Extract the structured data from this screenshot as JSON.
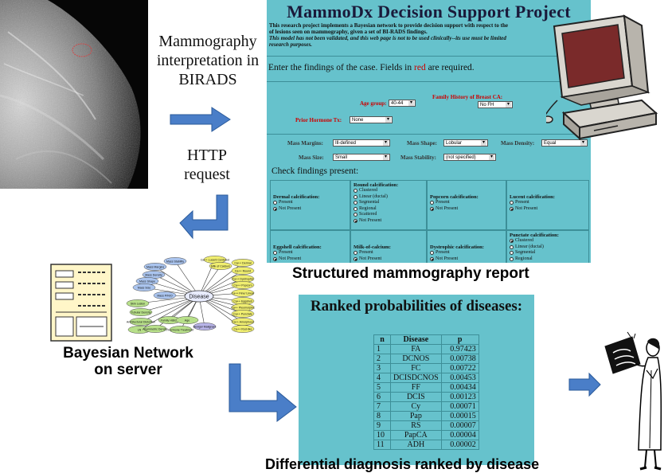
{
  "labels": {
    "interp_line1": "Mammography",
    "interp_line2": "interpretation in",
    "interp_line3": "BIRADS",
    "http_line1": "HTTP",
    "http_line2": "request",
    "structured_caption": "Structured mammography report",
    "bayesian_line1": "Bayesian Network",
    "bayesian_line2": "on server",
    "differential_caption": "Differential diagnosis ranked by disease"
  },
  "form": {
    "title": "MammoDx Decision Support Project",
    "intro_line1": "This research project implements a Bayesian network to provide decision support with respect to the",
    "intro_line2": "of lesions seen on mammography, given a set of BI-RADS findings.",
    "intro_line3": "This model has not been validated, and this web page is not to be used clinically--its use must be limited",
    "intro_line4": "research purposes.",
    "enter_prefix": "Enter the findings of the case. Fields in ",
    "enter_red": "red",
    "enter_suffix": " are required.",
    "age_label": "Age group:",
    "age_value": "40-44",
    "family_label": "Family History of Breast CA:",
    "family_value": "No FH",
    "hormone_label": "Prior Hormone Tx:",
    "hormone_value": "None",
    "margins_label": "Mass Margins:",
    "margins_value": "Ill-defined",
    "shape_label": "Mass Shape:",
    "shape_value": "Lobular",
    "density_label": "Mass Density:",
    "density_value": "Equal",
    "size_label": "Mass Size:",
    "size_value": "Small",
    "stability_label": "Mass Stability:",
    "stability_value": "(not specified)",
    "check_label": "Check findings present:",
    "cells": [
      {
        "title": "Dermal calcification:",
        "options": [
          {
            "label": "Present",
            "on": false
          },
          {
            "label": "Not Present",
            "on": true
          }
        ]
      },
      {
        "title": "Round calcification:",
        "options": [
          {
            "label": "Clustered",
            "on": false
          },
          {
            "label": "Linear (ductal)",
            "on": false
          },
          {
            "label": "Segmental",
            "on": false
          },
          {
            "label": "Regional",
            "on": false
          },
          {
            "label": "Scattered",
            "on": false
          },
          {
            "label": "Not Present",
            "on": true
          }
        ]
      },
      {
        "title": "Popcorn calcification:",
        "options": [
          {
            "label": "Present",
            "on": false
          },
          {
            "label": "Not Present",
            "on": true
          }
        ]
      },
      {
        "title": "Lucent calcification:",
        "options": [
          {
            "label": "Present",
            "on": false
          },
          {
            "label": "Not Present",
            "on": true
          }
        ]
      },
      {
        "title": "Eggshell calcification:",
        "options": [
          {
            "label": "Present",
            "on": false
          },
          {
            "label": "Not Present",
            "on": true
          }
        ]
      },
      {
        "title": "Milk-of-calcium:",
        "options": [
          {
            "label": "Present",
            "on": false
          },
          {
            "label": "Not Present",
            "on": true
          }
        ]
      },
      {
        "title": "Dystrophic calcification:",
        "options": [
          {
            "label": "Present",
            "on": false
          },
          {
            "label": "Not Present",
            "on": true
          }
        ]
      },
      {
        "title": "Punctate calcification:",
        "options": [
          {
            "label": "Clustered",
            "on": true
          },
          {
            "label": "Linear (ductal)",
            "on": false
          },
          {
            "label": "Segmental",
            "on": false
          },
          {
            "label": "Regional",
            "on": false
          }
        ]
      }
    ]
  },
  "ranked": {
    "title": "Ranked probabilities of diseases:",
    "headers": [
      "n",
      "Disease",
      "p"
    ],
    "rows": [
      [
        "1",
        "FA",
        "0.97423"
      ],
      [
        "2",
        "DCNOS",
        "0.00738"
      ],
      [
        "3",
        "FC",
        "0.00722"
      ],
      [
        "4",
        "DCISDCNOS",
        "0.00453"
      ],
      [
        "5",
        "FF",
        "0.00434"
      ],
      [
        "6",
        "DCIS",
        "0.00123"
      ],
      [
        "7",
        "Cy",
        "0.00071"
      ],
      [
        "8",
        "Pap",
        "0.00015"
      ],
      [
        "9",
        "RS",
        "0.00007"
      ],
      [
        "10",
        "PapCA",
        "0.00004"
      ],
      [
        "11",
        "ADH",
        "0.00002"
      ]
    ]
  },
  "network": {
    "center": "Disease",
    "left_nodes": [
      "Mass Stability",
      "Mass Margins",
      "Mass Density",
      "Mass Shape",
      "Mass Size",
      "Mass P/N/O",
      "Skin Lesion",
      "Tubular Density",
      "Architectural Distortion",
      "LN",
      "Asymmetric Density",
      "Family History",
      "Age",
      "Hormone Treatment",
      "Benign/ Malignant"
    ],
    "right_nodes": [
      "Ca++ Lucent Centered",
      "Milk of Calcium",
      "Ca++ Dermal",
      "Ca++ Round",
      "Ca++ Dystrophic",
      "Ca++ Popcorn",
      "Ca++ Fine/ Linear",
      "Ca++ Eggshell",
      "Ca++ Pleomorphic",
      "Ca++ Punctate",
      "Ca++ Amorphous",
      "Ca++ Rod-like"
    ]
  },
  "colors": {
    "panel": "#66c2cc",
    "arrow": "#4a7ec8",
    "arrow_stroke": "#2a5a9a",
    "node_blue": "#aac4ee",
    "node_green": "#b8e08a",
    "node_yellow": "#f0ee70",
    "node_lavender": "#b8b4e8"
  }
}
